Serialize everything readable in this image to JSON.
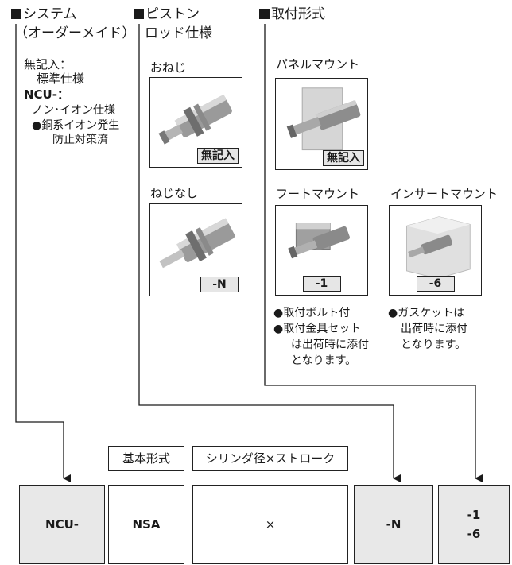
{
  "system": {
    "header_line1": "システム",
    "header_line2": "（オーダーメイド）",
    "opt1_code": "無記入：",
    "opt1_desc": "標準仕様",
    "opt2_code": "NCU-：",
    "opt2_desc": "ノン･イオン仕様",
    "opt2_note1": "●銅系イオン発生",
    "opt2_note2": "防止対策済"
  },
  "piston": {
    "header_line1": "ピストン",
    "header_line2": "ロッド仕様",
    "opt1_label": "おねじ",
    "opt1_code": "無記入",
    "opt2_label": "ねじなし",
    "opt2_code": "-N"
  },
  "mount": {
    "header": "取付形式",
    "panel_label": "パネルマウント",
    "panel_code": "無記入",
    "foot_label": "フートマウント",
    "foot_code": "-1",
    "insert_label": "インサートマウント",
    "insert_code": "-6",
    "foot_note1": "●取付ボルト付",
    "foot_note2": "●取付金具セット",
    "foot_note3": "は出荷時に添付",
    "foot_note4": "となります。",
    "insert_note1": "●ガスケットは",
    "insert_note2": "出荷時に添付",
    "insert_note3": "となります。"
  },
  "labels": {
    "basic": "基本形式",
    "bore": "シリンダ径×ストローク"
  },
  "parts": {
    "system": "NCU-",
    "basic": "NSA",
    "bore": "×",
    "rod": "-N",
    "mount1": "-1",
    "mount2": "-6"
  }
}
